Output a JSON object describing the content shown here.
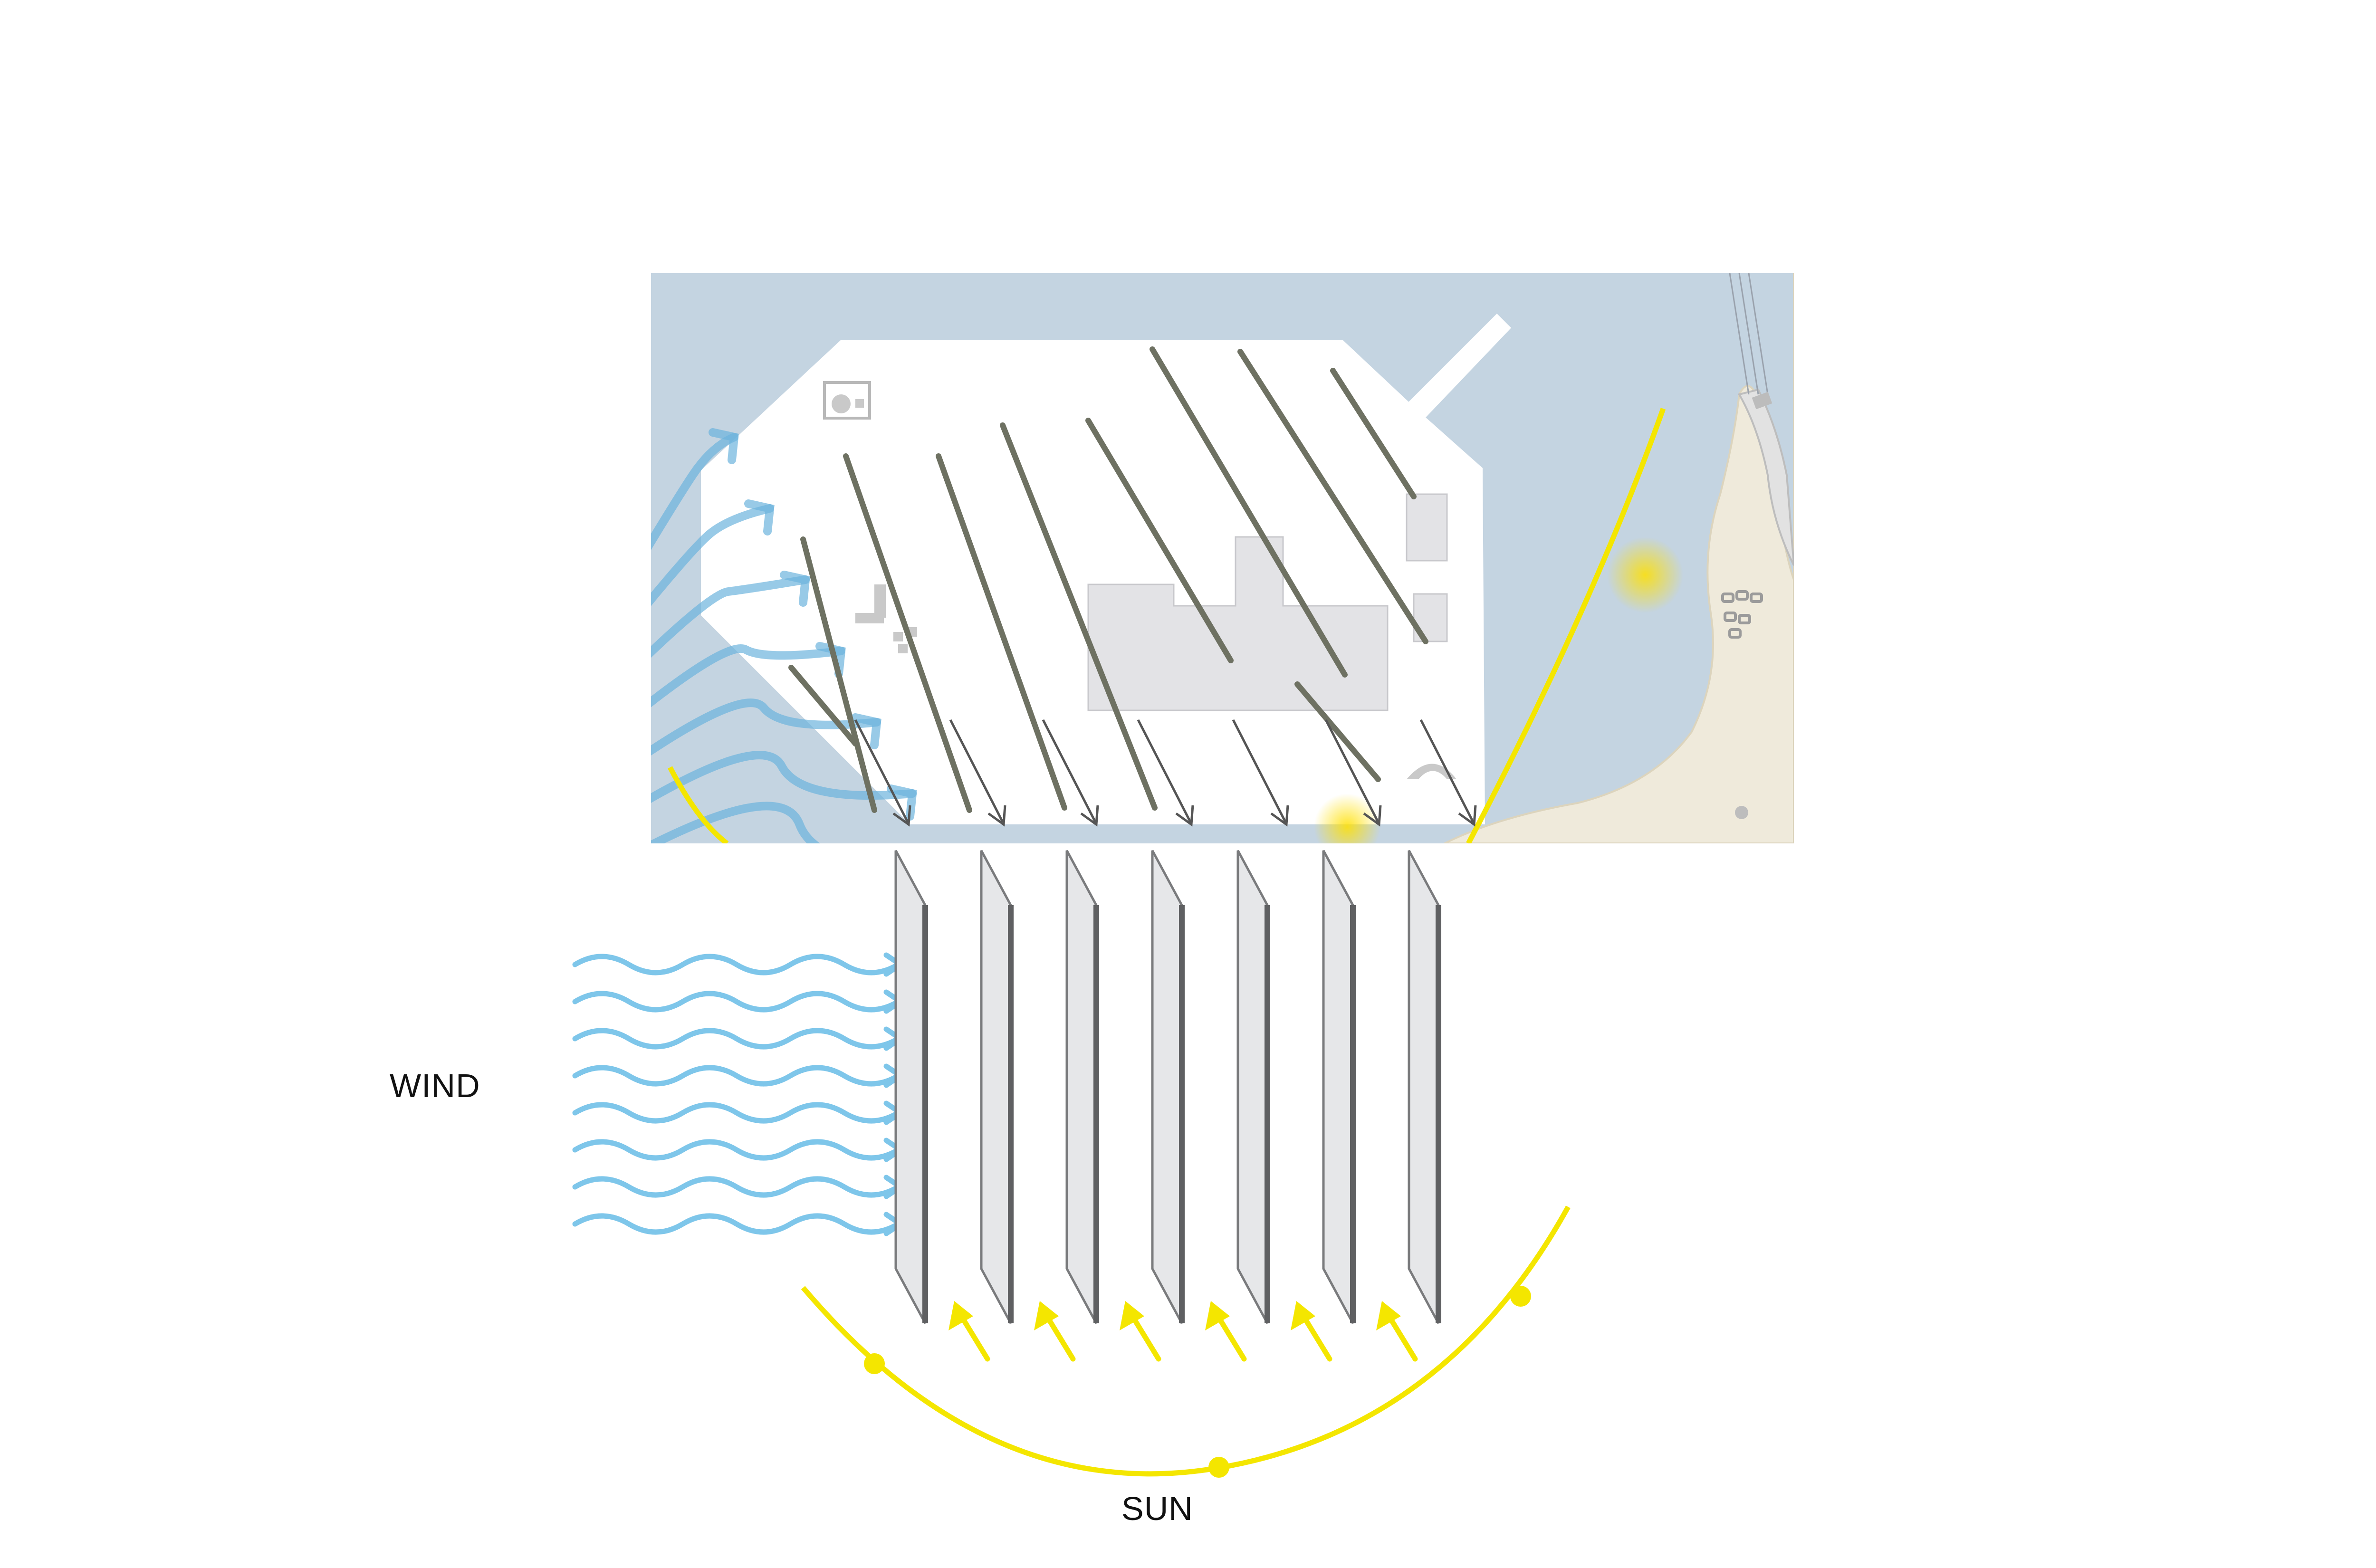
{
  "labels": {
    "wind": "WIND",
    "sun": "SUN"
  },
  "colors": {
    "water": "#c4d4e1",
    "land": "#ffffff",
    "shore": "#efeadb",
    "wind": "#7ec6ea",
    "wind_map": "#6cb3dd",
    "sun": "#f4e600",
    "fin_face": "#e6e7e9",
    "fin_edge": "#5f6062",
    "map_line": "#6e7162",
    "building": "#e3e3e6",
    "arrow": "#555555"
  },
  "icons": {
    "wind": "wave-arrow-icon",
    "sun_rays": "arrow-up-right-icon",
    "sun_marker": "circle-dot-icon"
  },
  "counts": {
    "fins": 7,
    "wind_waves": 8,
    "sun_arrows": 6,
    "sun_markers": 3
  }
}
